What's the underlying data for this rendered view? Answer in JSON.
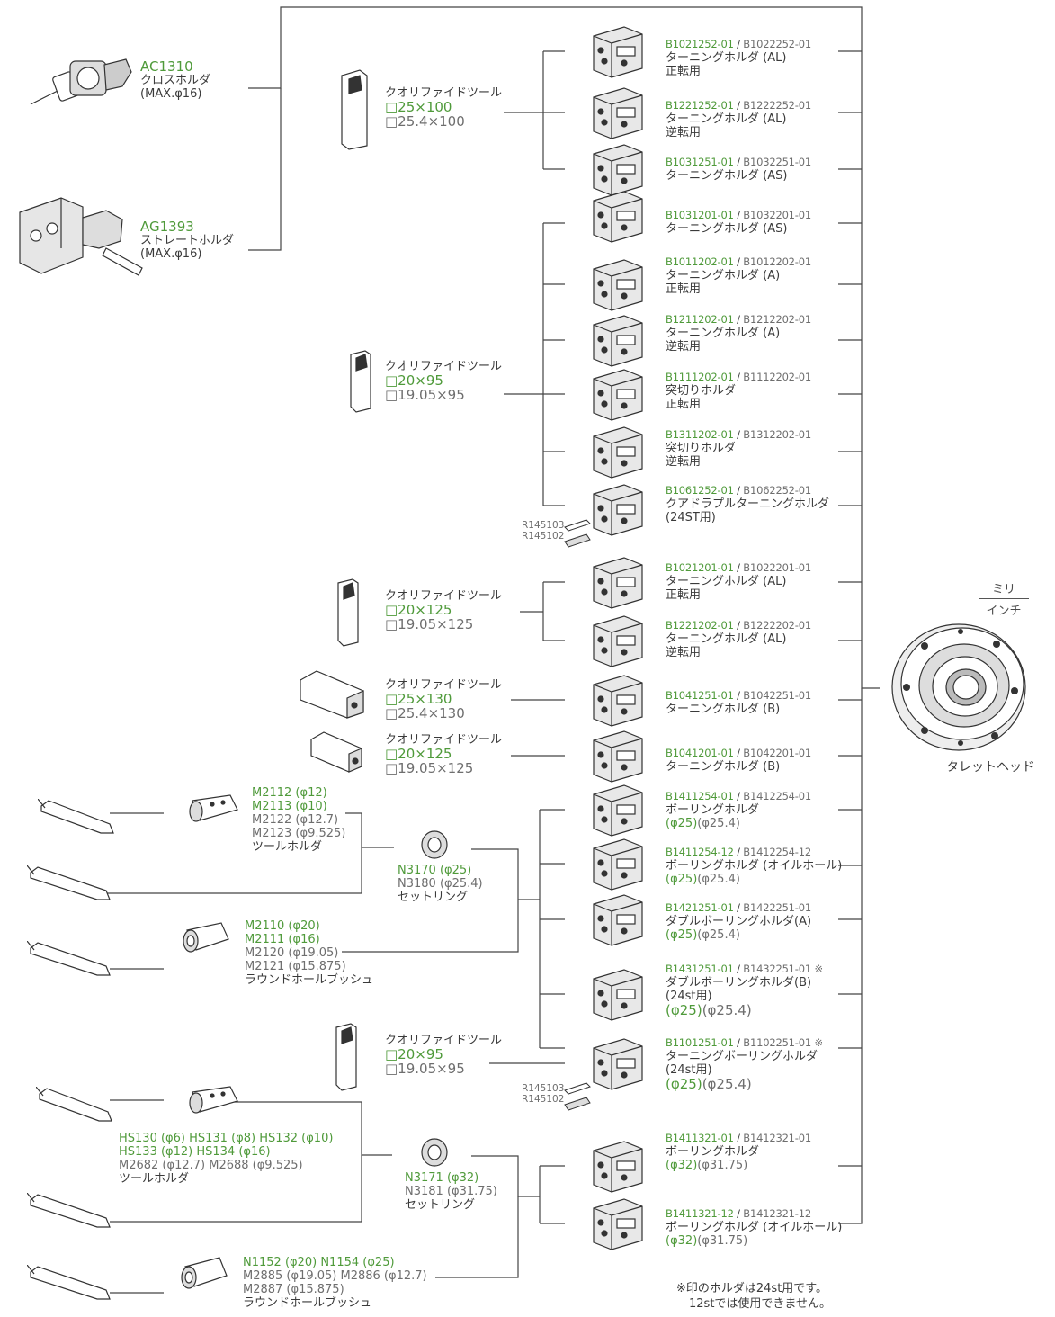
{
  "colors": {
    "green": "#4f9a3a",
    "text": "#3a3a3a",
    "line": "#444444"
  },
  "legend": {
    "top": "ミリ",
    "bottom": "インチ"
  },
  "turret": {
    "label": "タレットヘッド"
  },
  "cross_holder": {
    "code": "AC1310",
    "name": "クロスホルダ",
    "max": "(MAX.φ16)"
  },
  "straight_holder": {
    "code": "AG1393",
    "name": "ストレートホルダ",
    "max": "(MAX.φ16)"
  },
  "tools": [
    {
      "name": "クオリファイドツール",
      "mm": "□25×100",
      "inch": "□25.4×100"
    },
    {
      "name": "クオリファイドツール",
      "mm": "□20×95",
      "inch": "□19.05×95"
    },
    {
      "name": "クオリファイドツール",
      "mm": "□20×125",
      "inch": "□19.05×125"
    },
    {
      "name": "クオリファイドツール",
      "mm": "□25×130",
      "inch": "□25.4×130"
    },
    {
      "name": "クオリファイドツール",
      "mm": "□20×125",
      "inch": "□19.05×125"
    },
    {
      "name": "クオリファイドツール",
      "mm": "□20×95",
      "inch": "□19.05×95"
    }
  ],
  "holders": [
    {
      "code_mm": "B1021252-01",
      "code_in": "B1022252-01",
      "lines": [
        "ターニングホルダ (AL)",
        "正転用"
      ]
    },
    {
      "code_mm": "B1221252-01",
      "code_in": "B1222252-01",
      "lines": [
        "ターニングホルダ (AL)",
        "逆転用"
      ]
    },
    {
      "code_mm": "B1031251-01",
      "code_in": "B1032251-01",
      "lines": [
        "ターニングホルダ (AS)"
      ]
    },
    {
      "code_mm": "B1031201-01",
      "code_in": "B1032201-01",
      "lines": [
        "ターニングホルダ (AS)"
      ]
    },
    {
      "code_mm": "B1011202-01",
      "code_in": "B1012202-01",
      "lines": [
        "ターニングホルダ (A)",
        "正転用"
      ]
    },
    {
      "code_mm": "B1211202-01",
      "code_in": "B1212202-01",
      "lines": [
        "ターニングホルダ (A)",
        "逆転用"
      ]
    },
    {
      "code_mm": "B1111202-01",
      "code_in": "B1112202-01",
      "lines": [
        "突切りホルダ",
        "正転用"
      ]
    },
    {
      "code_mm": "B1311202-01",
      "code_in": "B1312202-01",
      "lines": [
        "突切りホルダ",
        "逆転用"
      ]
    },
    {
      "code_mm": "B1061252-01",
      "code_in": "B1062252-01",
      "lines": [
        "クアドラプルターニングホルダ",
        "(24ST用)"
      ]
    },
    {
      "code_mm": "B1021201-01",
      "code_in": "B1022201-01",
      "lines": [
        "ターニングホルダ (AL)",
        "正転用"
      ]
    },
    {
      "code_mm": "B1221202-01",
      "code_in": "B1222202-01",
      "lines": [
        "ターニングホルダ (AL)",
        "逆転用"
      ]
    },
    {
      "code_mm": "B1041251-01",
      "code_in": "B1042251-01",
      "lines": [
        "ターニングホルダ (B)"
      ]
    },
    {
      "code_mm": "B1041201-01",
      "code_in": "B1042201-01",
      "lines": [
        "ターニングホルダ (B)"
      ]
    },
    {
      "code_mm": "B1411254-01",
      "code_in": "B1412254-01",
      "lines": [
        "ボーリングホルダ"
      ],
      "dia_mm": "(φ25)",
      "dia_in": "(φ25.4)"
    },
    {
      "code_mm": "B1411254-12",
      "code_in": "B1412254-12",
      "lines": [
        "ボーリングホルダ (オイルホール)"
      ],
      "dia_mm": "(φ25)",
      "dia_in": "(φ25.4)"
    },
    {
      "code_mm": "B1421251-01",
      "code_in": "B1422251-01",
      "lines": [
        "ダブルボーリングホルダ(A)"
      ],
      "dia_mm": "(φ25)",
      "dia_in": "(φ25.4)"
    },
    {
      "code_mm": "B1431251-01",
      "code_in": "B1432251-01 ※",
      "lines": [
        "ダブルボーリングホルダ(B)",
        "(24st用)"
      ],
      "dia_mm": "(φ25)",
      "dia_in": "(φ25.4)"
    },
    {
      "code_mm": "B1101251-01",
      "code_in": "B1102251-01 ※",
      "lines": [
        "ターニングボーリングホルダ",
        "(24st用)"
      ],
      "dia_mm": "(φ25)",
      "dia_in": "(φ25.4)"
    },
    {
      "code_mm": "B1411321-01",
      "code_in": "B1412321-01",
      "lines": [
        "ボーリングホルダ"
      ],
      "dia_mm": "(φ32)",
      "dia_in": "(φ31.75)"
    },
    {
      "code_mm": "B1411321-12",
      "code_in": "B1412321-12",
      "lines": [
        "ボーリングホルダ (オイルホール)"
      ],
      "dia_mm": "(φ32)",
      "dia_in": "(φ31.75)"
    }
  ],
  "wedges_a": {
    "a": "R145103",
    "b": "R145102"
  },
  "wedges_b": {
    "a": "R145103",
    "b": "R145102"
  },
  "sleeve_a": {
    "mm1": "M2112 (φ12)",
    "mm2": "M2113 (φ10)",
    "in1": "M2122 (φ12.7)",
    "in2": "M2123 (φ9.525)",
    "name": "ツールホルダ"
  },
  "bush_a": {
    "mm1": "M2110 (φ20)",
    "mm2": "M2111 (φ16)",
    "in1": "M2120 (φ19.05)",
    "in2": "M2121 (φ15.875)",
    "name": "ラウンドホールブッシュ"
  },
  "ring_a": {
    "mm": "N3170 (φ25)",
    "in": "N3180 (φ25.4)",
    "name": "セットリング"
  },
  "sleeve_b": {
    "mm1": "HS130 (φ6)  HS131 (φ8)  HS132 (φ10)",
    "mm2": "HS133 (φ12)  HS134 (φ16)",
    "in1": "M2682 (φ12.7)  M2688 (φ9.525)",
    "name": "ツールホルダ"
  },
  "bush_b": {
    "mm1": "N1152 (φ20)  N1154 (φ25)",
    "in1": "M2885 (φ19.05)  M2886 (φ12.7)",
    "in2": "M2887 (φ15.875)",
    "name": "ラウンドホールブッシュ"
  },
  "ring_b": {
    "mm": "N3171 (φ32)",
    "in": "N3181 (φ31.75)",
    "name": "セットリング"
  },
  "note": {
    "line1": "※印のホルダは24st用です。",
    "line2": "12stでは使用できません。"
  }
}
